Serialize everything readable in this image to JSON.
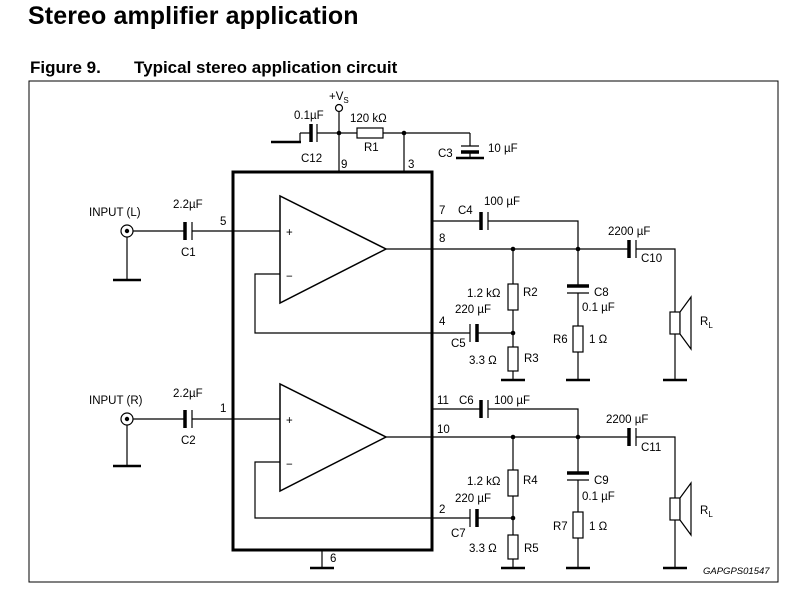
{
  "heading": "Stereo amplifier application",
  "figure": {
    "number": "Figure 9.",
    "title": "Typical stereo application circuit"
  },
  "labels": {
    "vs": "+V",
    "vs_sub": "S",
    "c12_value": "0.1µF",
    "c12": "C12",
    "r1_value": "120 kΩ",
    "r1": "R1",
    "c3": "C3",
    "c3_value": "10 µF",
    "pin9": "9",
    "pin3": "3",
    "input_l": "INPUT (L)",
    "c1_value": "2.2µF",
    "c1": "C1",
    "pin5": "5",
    "pin7": "7",
    "c4": "C4",
    "c4_value": "100 µF",
    "pin8": "8",
    "c10_value": "2200 µF",
    "c10": "C10",
    "r2_value": "1.2 kΩ",
    "r2": "R2",
    "c8": "C8",
    "c8_value": "0.1 µF",
    "c5_value": "220 µF",
    "pin4": "4",
    "c5": "C5",
    "r6": "R6",
    "r6_value": "1 Ω",
    "rl_top": "R",
    "rl_top_sub": "L",
    "r3_value": "3.3 Ω",
    "r3": "R3",
    "input_r": "INPUT (R)",
    "c2_value": "2.2µF",
    "c2": "C2",
    "pin1": "1",
    "pin11": "11",
    "c6": "C6",
    "c6_value": "100 µF",
    "pin10": "10",
    "c11_value": "2200 µF",
    "c11": "C11",
    "r4_value": "1.2 kΩ",
    "r4": "R4",
    "c9": "C9",
    "c9_value": "0.1 µF",
    "c7_value": "220 µF",
    "pin2": "2",
    "c7": "C7",
    "r7": "R7",
    "r7_value": "1 Ω",
    "rl_bottom": "R",
    "rl_bottom_sub": "L",
    "r5_value": "3.3 Ω",
    "r5": "R5",
    "pin6": "6",
    "plus": "+",
    "minus": "−",
    "ref": "GAPGPS01547"
  }
}
